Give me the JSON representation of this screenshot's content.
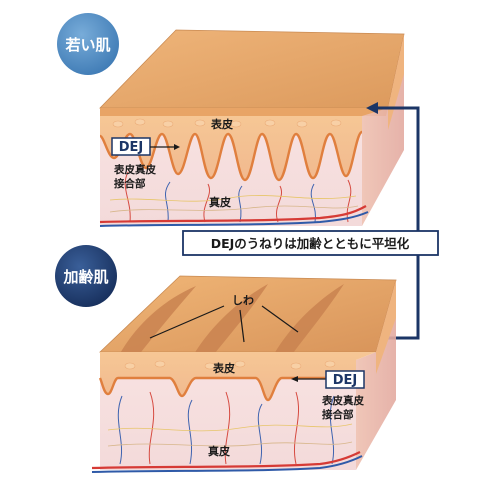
{
  "young_skin": {
    "badge_label": "若い肌",
    "epidermis_label": "表皮",
    "dermis_label": "真皮",
    "dej_tag": "DEJ",
    "dej_desc_line1": "表皮真皮",
    "dej_desc_line2": "接合部"
  },
  "aged_skin": {
    "badge_label": "加齢肌",
    "wrinkle_label": "しわ",
    "epidermis_label": "表皮",
    "dermis_label": "真皮",
    "dej_tag": "DEJ",
    "dej_desc_line1": "表皮真皮",
    "dej_desc_line2": "接合部"
  },
  "callout": {
    "text": "DEJのうねりは加齢とともに平坦化"
  },
  "colors": {
    "young_badge": "#4f8fc6",
    "aged_badge": "#1f3f75",
    "navy": "#1b3566",
    "skin_top": "#e9a86a",
    "epidermis": "#f4c089",
    "dermis": "#f7e4e3",
    "membrane": "#e48a4a",
    "artery": "#d63a35",
    "vein": "#2f5aa8"
  }
}
